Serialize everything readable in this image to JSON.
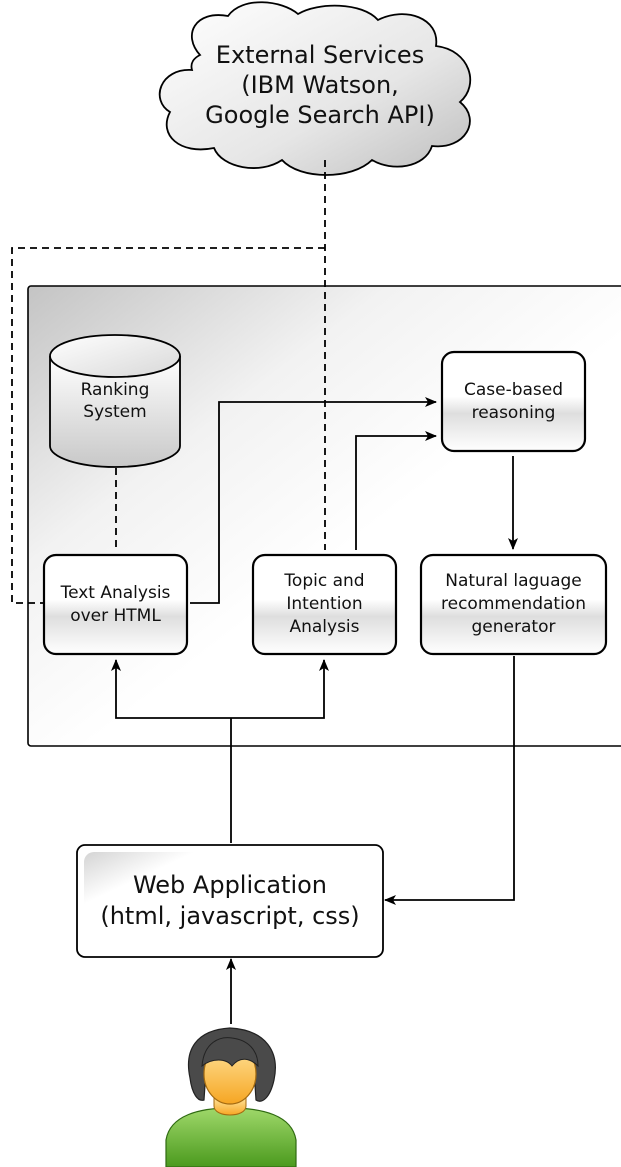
{
  "cloud": {
    "name": "External Services",
    "lines": [
      "External Services",
      "(IBM Watson,",
      "Google Search API)"
    ]
  },
  "container": {
    "name": ""
  },
  "nodes": {
    "ranking_system": {
      "lines": [
        "Ranking",
        "System"
      ],
      "shape": "cylinder"
    },
    "text_analysis": {
      "lines": [
        "Text Analysis",
        "over HTML"
      ],
      "shape": "rounded-box"
    },
    "topic_intention": {
      "lines": [
        "Topic and",
        "Intention",
        "Analysis"
      ],
      "shape": "rounded-box"
    },
    "case_based": {
      "lines": [
        "Case-based",
        "reasoning"
      ],
      "shape": "rounded-box"
    },
    "nl_generator": {
      "lines": [
        "Natural laguage",
        "recommendation",
        "generator"
      ],
      "shape": "rounded-box"
    },
    "web_app": {
      "lines": [
        "Web Application",
        "(html, javascript, css)"
      ],
      "shape": "rounded-box"
    },
    "user": {
      "shape": "user-icon"
    }
  },
  "edges": [
    {
      "from": "cloud",
      "to": "text_analysis",
      "style": "dashed"
    },
    {
      "from": "cloud",
      "to": "topic_intention",
      "style": "dashed"
    },
    {
      "from": "ranking_system",
      "to": "text_analysis",
      "style": "dashed"
    },
    {
      "from": "text_analysis",
      "to": "case_based",
      "style": "solid-arrow"
    },
    {
      "from": "topic_intention",
      "to": "case_based",
      "style": "solid-arrow"
    },
    {
      "from": "case_based",
      "to": "nl_generator",
      "style": "solid-arrow"
    },
    {
      "from": "web_app",
      "to": "text_analysis",
      "style": "solid-arrow"
    },
    {
      "from": "web_app",
      "to": "topic_intention",
      "style": "solid-arrow"
    },
    {
      "from": "nl_generator",
      "to": "web_app",
      "style": "solid-arrow"
    },
    {
      "from": "user",
      "to": "web_app",
      "style": "solid-arrow"
    }
  ]
}
